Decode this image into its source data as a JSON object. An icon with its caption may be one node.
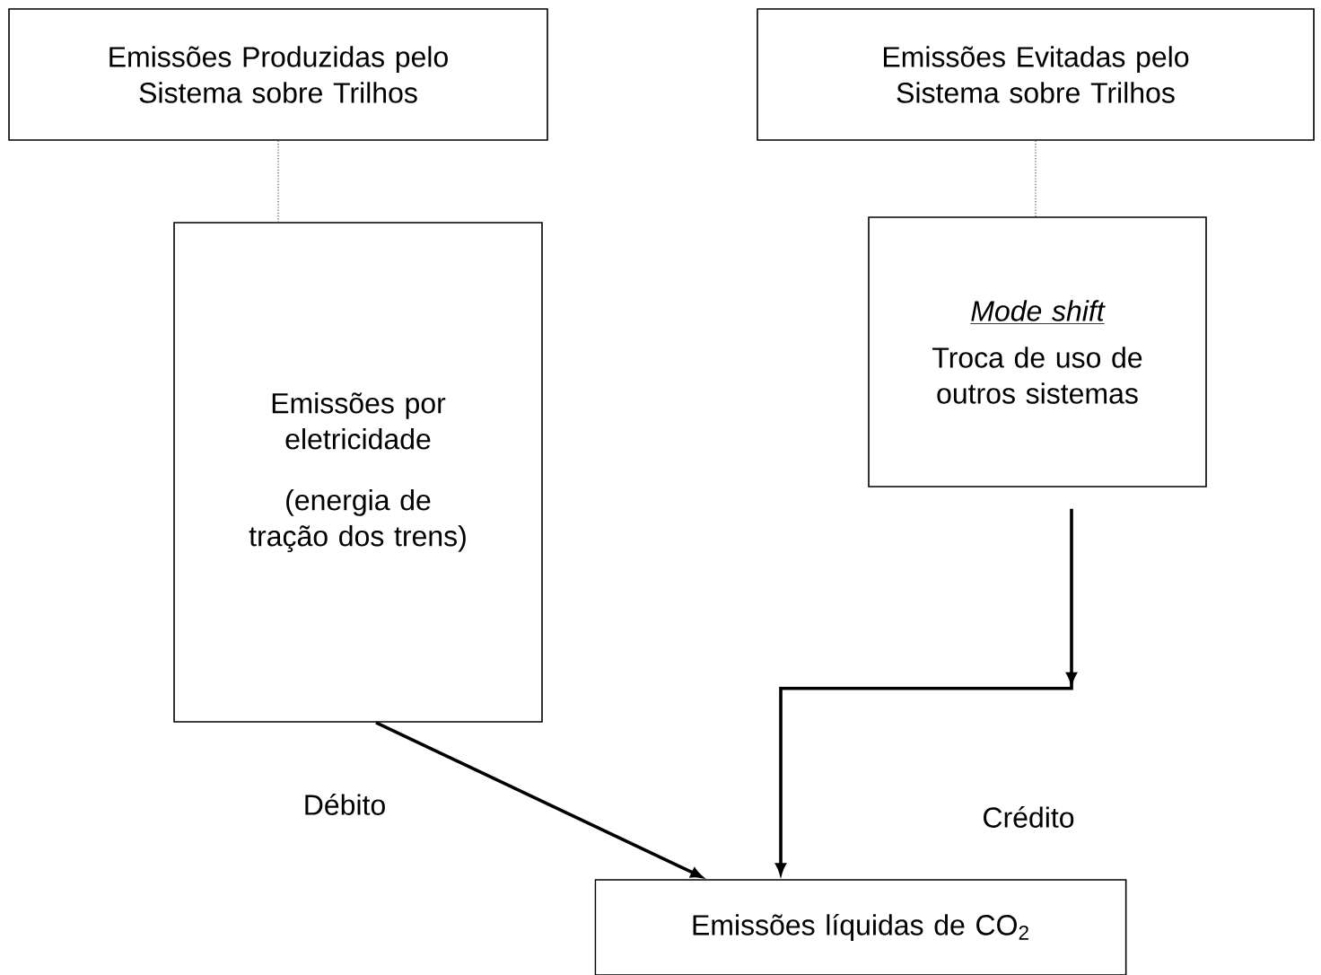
{
  "diagram": {
    "nodes": [
      {
        "text": [
          "Emissões Produzidas pelo Sistema sobre Trilhos"
        ]
      },
      {
        "text": [
          "Emissões Evitadas pelo Sistema sobre Trilhos"
        ]
      },
      {
        "text": [
          "Emissões por eletricidade",
          "(energia de tração dos trens)"
        ]
      },
      {
        "text": [
          "Mode shift",
          "Troca de uso de outros sistemas"
        ]
      },
      {
        "text": [
          "Emissões líquidas de CO$_{2}$"
        ]
      }
    ],
    "edges": [
      {
        "from": 0,
        "to": 2,
        "arrow": "none",
        "style": "dashed"
      },
      {
        "from": 1,
        "to": 3,
        "arrow": "none",
        "style": "dashed"
      },
      {
        "from": 2,
        "to": 4,
        "arrow": "to",
        "label": "Débito"
      },
      {
        "from": 3,
        "to": 4,
        "arrow": "to",
        "label": "Crédito"
      }
    ]
  }
}
